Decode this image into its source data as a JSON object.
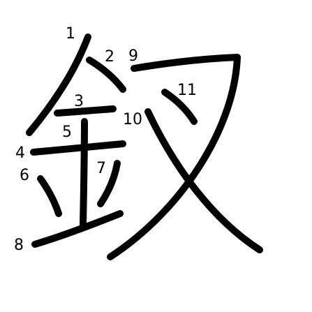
{
  "diagram": {
    "stroke_color": "#000000",
    "background": "#ffffff",
    "strokes": [
      {
        "number": "1"
      },
      {
        "number": "2"
      },
      {
        "number": "3"
      },
      {
        "number": "4"
      },
      {
        "number": "5"
      },
      {
        "number": "6"
      },
      {
        "number": "7"
      },
      {
        "number": "8"
      },
      {
        "number": "9"
      },
      {
        "number": "10"
      },
      {
        "number": "11"
      }
    ]
  }
}
